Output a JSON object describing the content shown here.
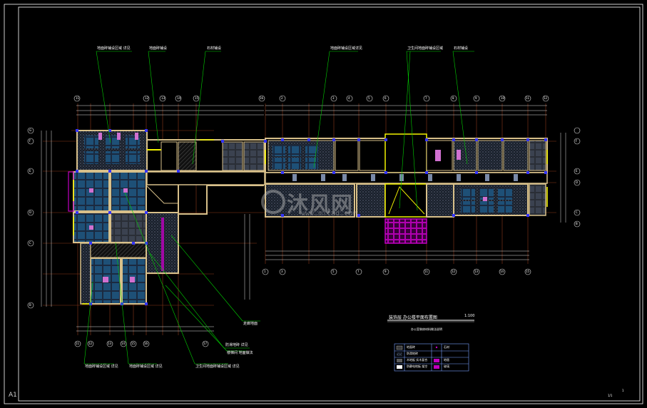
{
  "drawing": {
    "sheet_label": "A1",
    "plan_title": "装饰层 办公楼平面布置图",
    "plan_scale": "1:100",
    "plan_subtitle": "办公室装修材料做法说明",
    "watermark_brand": "沐风网",
    "watermark_url": "www.mfcad.com",
    "sheet_number": "1",
    "sheet_total": "1/1"
  },
  "grid_axes": {
    "top_left": [
      "11",
      "12",
      "13",
      "14",
      "15",
      "16"
    ],
    "top_right": [
      "2",
      "3",
      "4",
      "5",
      "6",
      "7",
      "8",
      "9",
      "10",
      "11",
      "12"
    ],
    "bottom_left": [
      "11",
      "12",
      "13",
      "14",
      "15",
      "16",
      "17"
    ],
    "bottom_right": [
      "1",
      "3",
      "5",
      "7",
      "9",
      "11",
      "12",
      "13",
      "14",
      "15"
    ],
    "left_side": [
      "G",
      "F",
      "E",
      "D",
      "C",
      "B"
    ],
    "right_side": [
      "F",
      "E",
      "D",
      "C",
      "B"
    ]
  },
  "callouts": {
    "top_1": "地面砖铺设区域 详见",
    "top_2": "地面砖铺设",
    "top_3": "石材铺设",
    "top_4": "地面砖铺设区域详见",
    "top_5": "卫生间地面砖铺设区域",
    "top_6": "石材铺设",
    "bottom_1": "地面砖铺设区域 详见",
    "bottom_2": "地面砖铺设区域 详见",
    "bottom_3": "卫生间地面砖铺设区域 详见",
    "bottom_4": "防滑地砖 详见",
    "bottom_5": "楼梯间 地面做法",
    "bottom_6": "走廊地面"
  },
  "legend": {
    "rows": [
      {
        "label": "地面砖",
        "label2": "石材"
      },
      {
        "label": "防滑地砖",
        "label2": ""
      },
      {
        "label": "木地板 实木复合",
        "label2": "地毯"
      },
      {
        "label": "防静电地板 架空",
        "label2": "玻璃"
      }
    ]
  },
  "colors": {
    "wall": "#d8c08a",
    "wall_yellow": "#f2f200",
    "grid_line": "#a0522d",
    "callout": "#00d000",
    "dim": "#e8e8e8",
    "column": "#3434ff",
    "tile_dark": "#253046",
    "tile_blue": "#1d6fa5",
    "accent_magenta": "#c000c0",
    "frame": "#ffffff"
  }
}
